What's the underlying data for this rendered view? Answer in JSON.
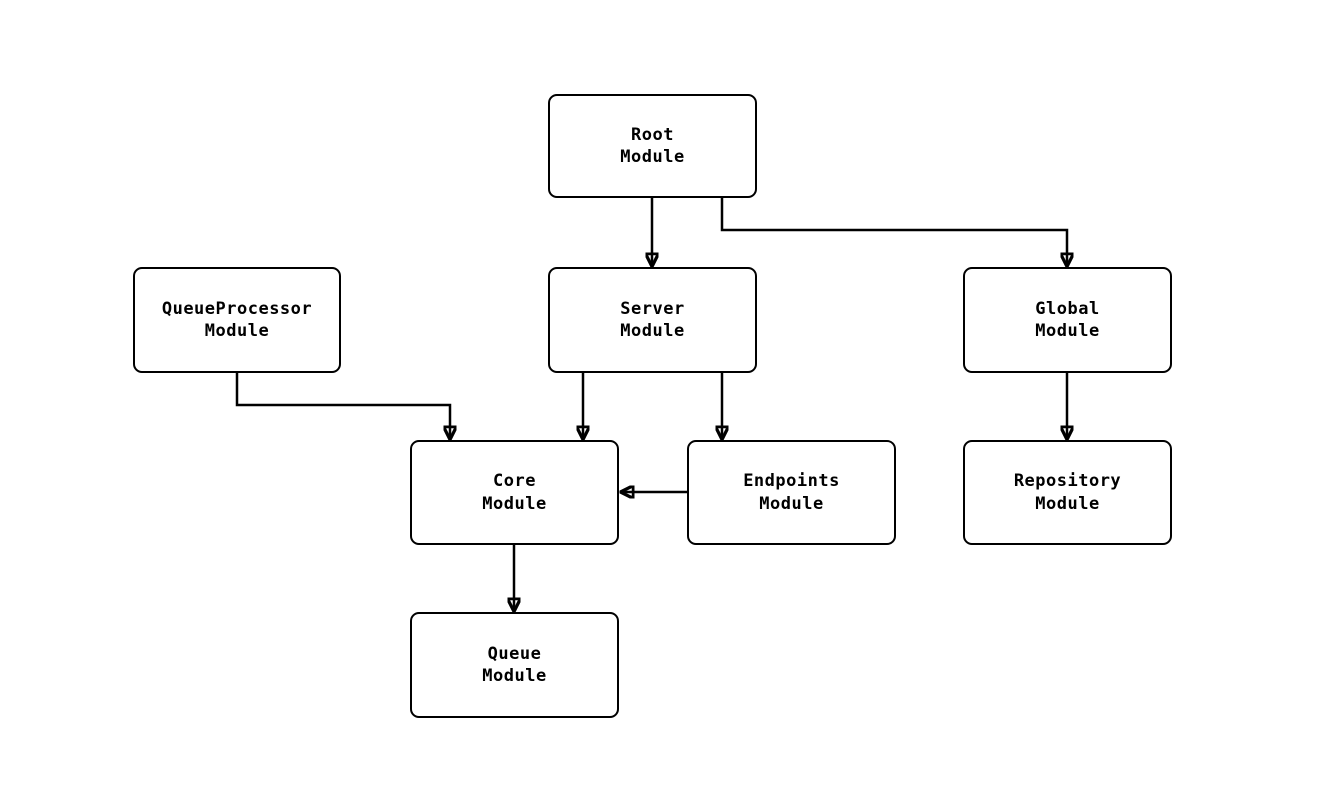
{
  "diagram": {
    "type": "module-dependency-graph",
    "background_color": "#ffffff",
    "node_fill_color": "#ffffff",
    "node_border_color": "#000000",
    "edge_color": "#000000",
    "nodes": {
      "root": {
        "label": "Root\nModule"
      },
      "queue_processor": {
        "label": "QueueProcessor\nModule"
      },
      "server": {
        "label": "Server\nModule"
      },
      "global": {
        "label": "Global\nModule"
      },
      "core": {
        "label": "Core\nModule"
      },
      "endpoints": {
        "label": "Endpoints\nModule"
      },
      "repository": {
        "label": "Repository\nModule"
      },
      "queue": {
        "label": "Queue\nModule"
      }
    },
    "edges": [
      {
        "from": "root",
        "to": "server"
      },
      {
        "from": "root",
        "to": "global"
      },
      {
        "from": "queue_processor",
        "to": "core"
      },
      {
        "from": "server",
        "to": "core"
      },
      {
        "from": "server",
        "to": "endpoints"
      },
      {
        "from": "endpoints",
        "to": "core"
      },
      {
        "from": "global",
        "to": "repository"
      },
      {
        "from": "core",
        "to": "queue"
      }
    ]
  }
}
